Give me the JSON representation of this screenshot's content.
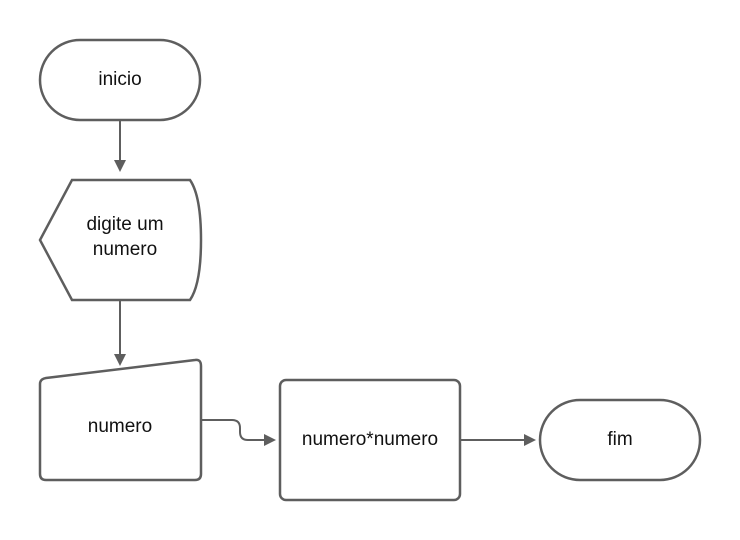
{
  "nodes": {
    "inicio": {
      "label": "inicio",
      "shape": "terminator"
    },
    "prompt": {
      "lines": [
        "digite um",
        "numero"
      ],
      "shape": "display"
    },
    "input": {
      "label": "numero",
      "shape": "manual-input"
    },
    "process": {
      "label": "numero*numero",
      "shape": "process"
    },
    "fim": {
      "label": "fim",
      "shape": "terminator"
    }
  },
  "edges": [
    {
      "from": "inicio",
      "to": "prompt"
    },
    {
      "from": "prompt",
      "to": "input"
    },
    {
      "from": "input",
      "to": "process"
    },
    {
      "from": "process",
      "to": "fim"
    }
  ],
  "colors": {
    "stroke": "#5e5e5e",
    "fill": "#ffffff",
    "text": "#111111"
  }
}
